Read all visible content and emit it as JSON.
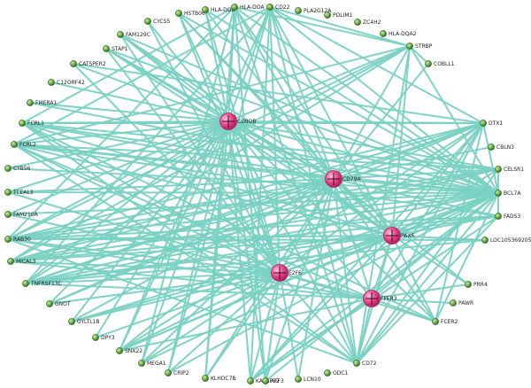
{
  "colors": {
    "edge": "#79d1c3",
    "leaf_node_fill": "#6fa84a",
    "leaf_node_stroke": "#2f6a1d",
    "hub_node_fill": "#e8478b",
    "hub_node_stroke": "#b02060",
    "hub_cross": "#3a0a1e",
    "background": "#ffffff"
  },
  "hubs": [
    {
      "id": "CD9OB",
      "label": "CD9OB"
    },
    {
      "id": "CD79A",
      "label": "CD79A"
    },
    {
      "id": "PAX5",
      "label": "PAX5"
    },
    {
      "id": "E2F6",
      "label": "E2F6"
    },
    {
      "id": "FFER3",
      "label": "FFER3"
    }
  ],
  "leaves": [
    {
      "id": "HSTB06",
      "label": "HSTB06"
    },
    {
      "id": "HLA-DOB",
      "label": "HLA-DOB"
    },
    {
      "id": "HLA-DOA",
      "label": "HLA-DOA"
    },
    {
      "id": "CD22",
      "label": "CD22"
    },
    {
      "id": "PLA2G12A",
      "label": "PLA2G12A"
    },
    {
      "id": "PDLIM1",
      "label": "PDLIM1"
    },
    {
      "id": "ZC4H2",
      "label": "ZC4H2"
    },
    {
      "id": "HLA-DQA2",
      "label": "HLA-DQA2"
    },
    {
      "id": "CYCS5",
      "label": "CYCS5"
    },
    {
      "id": "FAM129C",
      "label": "FAM129C"
    },
    {
      "id": "STAP1",
      "label": "STAP1"
    },
    {
      "id": "CATSPER2",
      "label": "CATSPER2"
    },
    {
      "id": "C12ORF42",
      "label": "C12ORF42"
    },
    {
      "id": "FMERA1",
      "label": "FMERA1"
    },
    {
      "id": "FCRL1",
      "label": "FCRL1"
    },
    {
      "id": "FCRL2",
      "label": "FCRL2"
    },
    {
      "id": "CYB56",
      "label": "CYB56"
    },
    {
      "id": "TCEAL3",
      "label": "TCEAL3"
    },
    {
      "id": "FAM210A",
      "label": "FAM210A"
    },
    {
      "id": "RAB30",
      "label": "RAB30"
    },
    {
      "id": "MICAL3",
      "label": "MICAL3"
    },
    {
      "id": "TNFRSF13C",
      "label": "TNFRSF13C"
    },
    {
      "id": "GNOT",
      "label": "GNOT"
    },
    {
      "id": "GYLTL1B",
      "label": "GYLTL1B"
    },
    {
      "id": "DPY3",
      "label": "DPY3"
    },
    {
      "id": "SNX22",
      "label": "SNX22"
    },
    {
      "id": "MEGA1",
      "label": "MEGA1"
    },
    {
      "id": "CRIP2",
      "label": "CRIP2"
    },
    {
      "id": "KLHDC7B",
      "label": "KLHDC7B"
    },
    {
      "id": "KALRP32",
      "label": "KALRP32"
    },
    {
      "id": "AFF3",
      "label": "AFF3"
    },
    {
      "id": "LCN10",
      "label": "LCN10"
    },
    {
      "id": "ODC1",
      "label": "ODC1"
    },
    {
      "id": "CD72",
      "label": "CD72"
    },
    {
      "id": "FCER2",
      "label": "FCER2"
    },
    {
      "id": "PAWR",
      "label": "PAWR"
    },
    {
      "id": "PRR4",
      "label": "PRR4"
    },
    {
      "id": "LOC105369205",
      "label": "LOC105369205"
    },
    {
      "id": "FADS3",
      "label": "FADS3"
    },
    {
      "id": "BCL7A",
      "label": "BCL7A"
    },
    {
      "id": "CELSR1",
      "label": "CELSR1"
    },
    {
      "id": "CBLN3",
      "label": "CBLN3"
    },
    {
      "id": "DTX1",
      "label": "DTX1"
    },
    {
      "id": "COBLL1",
      "label": "COBLL1"
    },
    {
      "id": "STRBP",
      "label": "STRBP"
    }
  ],
  "edges": [
    [
      "CD9OB",
      "HSTB06"
    ],
    [
      "CD9OB",
      "HLA-DOB"
    ],
    [
      "CD9OB",
      "HLA-DOA"
    ],
    [
      "CD9OB",
      "CD22"
    ],
    [
      "CD9OB",
      "CYCS5"
    ],
    [
      "CD9OB",
      "FAM129C"
    ],
    [
      "CD9OB",
      "STAP1"
    ],
    [
      "CD9OB",
      "CATSPER2"
    ],
    [
      "CD9OB",
      "C12ORF42"
    ],
    [
      "CD9OB",
      "FMERA1"
    ],
    [
      "CD9OB",
      "FCRL1"
    ],
    [
      "CD9OB",
      "FCRL2"
    ],
    [
      "CD9OB",
      "CYB56"
    ],
    [
      "CD9OB",
      "TCEAL3"
    ],
    [
      "CD9OB",
      "FAM210A"
    ],
    [
      "CD9OB",
      "RAB30"
    ],
    [
      "CD9OB",
      "MICAL3"
    ],
    [
      "CD9OB",
      "TNFRSF13C"
    ],
    [
      "CD9OB",
      "GNOT"
    ],
    [
      "CD9OB",
      "GYLTL1B"
    ],
    [
      "CD9OB",
      "DPY3"
    ],
    [
      "CD9OB",
      "SNX22"
    ],
    [
      "CD9OB",
      "MEGA1"
    ],
    [
      "CD9OB",
      "CRIP2"
    ],
    [
      "CD9OB",
      "KLHDC7B"
    ],
    [
      "CD9OB",
      "KALRP32"
    ],
    [
      "CD9OB",
      "AFF3"
    ],
    [
      "CD9OB",
      "CD72"
    ],
    [
      "CD9OB",
      "FCER2"
    ],
    [
      "CD9OB",
      "BCL7A"
    ],
    [
      "CD9OB",
      "CELSR1"
    ],
    [
      "CD9OB",
      "DTX1"
    ],
    [
      "CD9OB",
      "STRBP"
    ],
    [
      "CD9OB",
      "CD79A"
    ],
    [
      "CD9OB",
      "PAX5"
    ],
    [
      "CD9OB",
      "E2F6"
    ],
    [
      "CD9OB",
      "FFER3"
    ],
    [
      "CD79A",
      "HSTB06"
    ],
    [
      "CD79A",
      "HLA-DOB"
    ],
    [
      "CD79A",
      "HLA-DOA"
    ],
    [
      "CD79A",
      "CD22"
    ],
    [
      "CD79A",
      "FAM129C"
    ],
    [
      "CD79A",
      "STAP1"
    ],
    [
      "CD79A",
      "FCRL1"
    ],
    [
      "CD79A",
      "FCRL2"
    ],
    [
      "CD79A",
      "TCEAL3"
    ],
    [
      "CD79A",
      "RAB30"
    ],
    [
      "CD79A",
      "MICAL3"
    ],
    [
      "CD79A",
      "TNFRSF13C"
    ],
    [
      "CD79A",
      "GNOT"
    ],
    [
      "CD79A",
      "GYLTL1B"
    ],
    [
      "CD79A",
      "SNX22"
    ],
    [
      "CD79A",
      "MEGA1"
    ],
    [
      "CD79A",
      "KLHDC7B"
    ],
    [
      "CD79A",
      "AFF3"
    ],
    [
      "CD79A",
      "LCN10"
    ],
    [
      "CD79A",
      "CD72"
    ],
    [
      "CD79A",
      "FCER2"
    ],
    [
      "CD79A",
      "PRR4"
    ],
    [
      "CD79A",
      "FADS3"
    ],
    [
      "CD79A",
      "BCL7A"
    ],
    [
      "CD79A",
      "CELSR1"
    ],
    [
      "CD79A",
      "CBLN3"
    ],
    [
      "CD79A",
      "DTX1"
    ],
    [
      "CD79A",
      "COBLL1"
    ],
    [
      "CD79A",
      "STRBP"
    ],
    [
      "CD79A",
      "PAX5"
    ],
    [
      "CD79A",
      "E2F6"
    ],
    [
      "CD79A",
      "FFER3"
    ],
    [
      "PAX5",
      "HSTB06"
    ],
    [
      "PAX5",
      "HLA-DOA"
    ],
    [
      "PAX5",
      "CD22"
    ],
    [
      "PAX5",
      "FAM129C"
    ],
    [
      "PAX5",
      "STAP1"
    ],
    [
      "PAX5",
      "FCRL1"
    ],
    [
      "PAX5",
      "FCRL2"
    ],
    [
      "PAX5",
      "RAB30"
    ],
    [
      "PAX5",
      "MICAL3"
    ],
    [
      "PAX5",
      "TNFRSF13C"
    ],
    [
      "PAX5",
      "GYLTL1B"
    ],
    [
      "PAX5",
      "SNX22"
    ],
    [
      "PAX5",
      "KALRP32"
    ],
    [
      "PAX5",
      "CD72"
    ],
    [
      "PAX5",
      "FCER2"
    ],
    [
      "PAX5",
      "PRR4"
    ],
    [
      "PAX5",
      "LOC105369205"
    ],
    [
      "PAX5",
      "FADS3"
    ],
    [
      "PAX5",
      "BCL7A"
    ],
    [
      "PAX5",
      "CELSR1"
    ],
    [
      "PAX5",
      "DTX1"
    ],
    [
      "PAX5",
      "STRBP"
    ],
    [
      "PAX5",
      "E2F6"
    ],
    [
      "PAX5",
      "FFER3"
    ],
    [
      "E2F6",
      "HSTB06"
    ],
    [
      "E2F6",
      "HLA-DOB"
    ],
    [
      "E2F6",
      "CD22"
    ],
    [
      "E2F6",
      "CYCS5"
    ],
    [
      "E2F6",
      "FAM129C"
    ],
    [
      "E2F6",
      "STAP1"
    ],
    [
      "E2F6",
      "CATSPER2"
    ],
    [
      "E2F6",
      "FCRL1"
    ],
    [
      "E2F6",
      "FCRL2"
    ],
    [
      "E2F6",
      "TCEAL3"
    ],
    [
      "E2F6",
      "FAM210A"
    ],
    [
      "E2F6",
      "RAB30"
    ],
    [
      "E2F6",
      "MICAL3"
    ],
    [
      "E2F6",
      "TNFRSF13C"
    ],
    [
      "E2F6",
      "GNOT"
    ],
    [
      "E2F6",
      "GYLTL1B"
    ],
    [
      "E2F6",
      "DPY3"
    ],
    [
      "E2F6",
      "SNX22"
    ],
    [
      "E2F6",
      "MEGA1"
    ],
    [
      "E2F6",
      "CRIP2"
    ],
    [
      "E2F6",
      "KLHDC7B"
    ],
    [
      "E2F6",
      "KALRP32"
    ],
    [
      "E2F6",
      "AFF3"
    ],
    [
      "E2F6",
      "LCN10"
    ],
    [
      "E2F6",
      "CD72"
    ],
    [
      "E2F6",
      "FCER2"
    ],
    [
      "E2F6",
      "BCL7A"
    ],
    [
      "E2F6",
      "DTX1"
    ],
    [
      "E2F6",
      "FFER3"
    ],
    [
      "FFER3",
      "FCRL2"
    ],
    [
      "FFER3",
      "RAB30"
    ],
    [
      "FFER3",
      "MICAL3"
    ],
    [
      "FFER3",
      "TNFRSF13C"
    ],
    [
      "FFER3",
      "SNX22"
    ],
    [
      "FFER3",
      "KALRP32"
    ],
    [
      "FFER3",
      "CD72"
    ],
    [
      "FFER3",
      "FCER2"
    ],
    [
      "FFER3",
      "PAWR"
    ],
    [
      "FFER3",
      "PRR4"
    ],
    [
      "FFER3",
      "BCL7A"
    ],
    [
      "FFER3",
      "DTX1"
    ],
    [
      "HLA-DOA",
      "STRBP"
    ],
    [
      "HLA-DOA",
      "BCL7A"
    ],
    [
      "HLA-DOA",
      "MEGA1"
    ],
    [
      "HLA-DOA",
      "AFF3"
    ],
    [
      "HLA-DOA",
      "RAB30"
    ],
    [
      "HLA-DOA",
      "FCRL1"
    ],
    [
      "CD22",
      "BCL7A"
    ],
    [
      "CD22",
      "STRBP"
    ],
    [
      "CD22",
      "DTX1"
    ],
    [
      "CD22",
      "SNX22"
    ],
    [
      "CD22",
      "TNFRSF13C"
    ],
    [
      "CD22",
      "FCRL2"
    ],
    [
      "CD22",
      "KALRP32"
    ],
    [
      "STRBP",
      "FCRL2"
    ],
    [
      "STRBP",
      "RAB30"
    ],
    [
      "STRBP",
      "MICAL3"
    ],
    [
      "STRBP",
      "TNFRSF13C"
    ],
    [
      "STRBP",
      "CD72"
    ],
    [
      "STRBP",
      "BCL7A"
    ],
    [
      "STRBP",
      "COBLL1"
    ],
    [
      "FCRL1",
      "BCL7A"
    ],
    [
      "FCRL1",
      "DTX1"
    ],
    [
      "FCRL1",
      "CELSR1"
    ],
    [
      "FCRL2",
      "BCL7A"
    ],
    [
      "FCRL2",
      "CELSR1"
    ],
    [
      "FCRL2",
      "FADS3"
    ],
    [
      "RAB30",
      "BCL7A"
    ],
    [
      "RAB30",
      "FADS3"
    ],
    [
      "RAB30",
      "LOC105369205"
    ],
    [
      "RAB30",
      "CELSR1"
    ],
    [
      "RAB30",
      "DTX1"
    ],
    [
      "TNFRSF13C",
      "BCL7A"
    ],
    [
      "TNFRSF13C",
      "FADS3"
    ],
    [
      "TNFRSF13C",
      "CELSR1"
    ],
    [
      "TNFRSF13C",
      "DTX1"
    ],
    [
      "TNFRSF13C",
      "LOC105369205"
    ],
    [
      "MICAL3",
      "BCL7A"
    ],
    [
      "MICAL3",
      "DTX1"
    ],
    [
      "MICAL3",
      "FADS3"
    ],
    [
      "MICAL3",
      "CELSR1"
    ],
    [
      "SNX22",
      "BCL7A"
    ],
    [
      "SNX22",
      "DTX1"
    ],
    [
      "KALRP32",
      "BCL7A"
    ],
    [
      "KALRP32",
      "DTX1"
    ],
    [
      "KALRP32",
      "FADS3"
    ],
    [
      "CD72",
      "BCL7A"
    ],
    [
      "CD72",
      "DTX1"
    ],
    [
      "CD72",
      "FADS3"
    ],
    [
      "CD72",
      "CELSR1"
    ],
    [
      "FCER2",
      "BCL7A"
    ],
    [
      "FCER2",
      "DTX1"
    ],
    [
      "BCL7A",
      "DTX1"
    ],
    [
      "BCL7A",
      "CELSR1"
    ],
    [
      "BCL7A",
      "FADS3"
    ],
    [
      "FAM129C",
      "BCL7A"
    ],
    [
      "STAP1",
      "BCL7A"
    ],
    [
      "HSTB06",
      "BCL7A"
    ],
    [
      "HLA-DOB",
      "BCL7A"
    ],
    [
      "AFF3",
      "BCL7A"
    ],
    [
      "MEGA1",
      "BCL7A"
    ],
    [
      "GYLTL1B",
      "BCL7A"
    ],
    [
      "GNOT",
      "DTX1"
    ],
    [
      "CRIP2",
      "BCL7A"
    ],
    [
      "FCRL1",
      "CD72"
    ],
    [
      "FCRL2",
      "CD72"
    ],
    [
      "RAB30",
      "CD72"
    ],
    [
      "FCRL1",
      "FCER2"
    ],
    [
      "TCEAL3",
      "BCL7A"
    ],
    [
      "CYB56",
      "BCL7A"
    ],
    [
      "FAM210A",
      "BCL7A"
    ],
    [
      "CATSPER2",
      "DTX1"
    ],
    [
      "FMERA1",
      "BCL7A"
    ],
    [
      "HLA-DOA",
      "CD72"
    ],
    [
      "CD22",
      "CD72"
    ],
    [
      "HLA-DOA",
      "KLHDC7B"
    ],
    [
      "CD22",
      "CRIP2"
    ]
  ]
}
